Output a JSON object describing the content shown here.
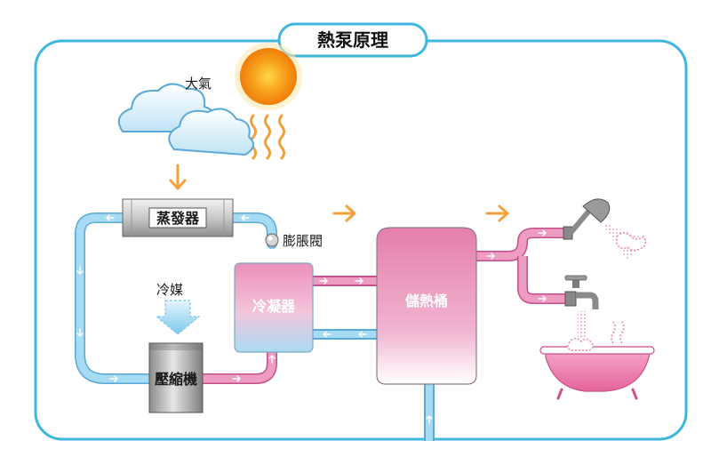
{
  "title": "熱泵原理",
  "labels": {
    "air": "大氣",
    "evaporator": "蒸發器",
    "expansion_valve": "膨脹閥",
    "refrigerant": "冷媒",
    "condenser": "冷凝器",
    "compressor": "壓縮機",
    "storage_tank": "儲熱桶"
  },
  "colors": {
    "frame": "#3fb6dc",
    "cold_pipe": "#8ed2ef",
    "hot_pipe": "#e784ad",
    "arrow_orange": "#f2a13b",
    "sun": "#f28a12"
  },
  "icons": [
    "cloud-icon",
    "sun-icon",
    "heat-waves-icon",
    "shower-head-icon",
    "faucet-icon",
    "bathtub-icon",
    "valve-icon"
  ]
}
